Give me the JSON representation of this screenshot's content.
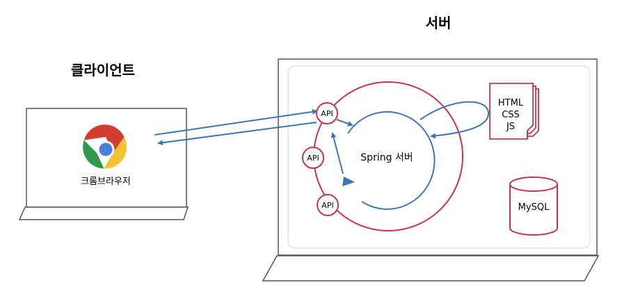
{
  "client": {
    "title": "클라이언트",
    "browser_label": "크롬브라우저",
    "icon": "chrome-icon"
  },
  "server": {
    "title": "서버",
    "spring_label": "Spring 서버",
    "api_labels": [
      "API",
      "API",
      "API"
    ],
    "files": [
      "HTML",
      "CSS",
      "JS"
    ],
    "db_label": "MySQL"
  },
  "colors": {
    "red": "#c8324a",
    "blue": "#3d74b8",
    "frame": "#555555"
  }
}
